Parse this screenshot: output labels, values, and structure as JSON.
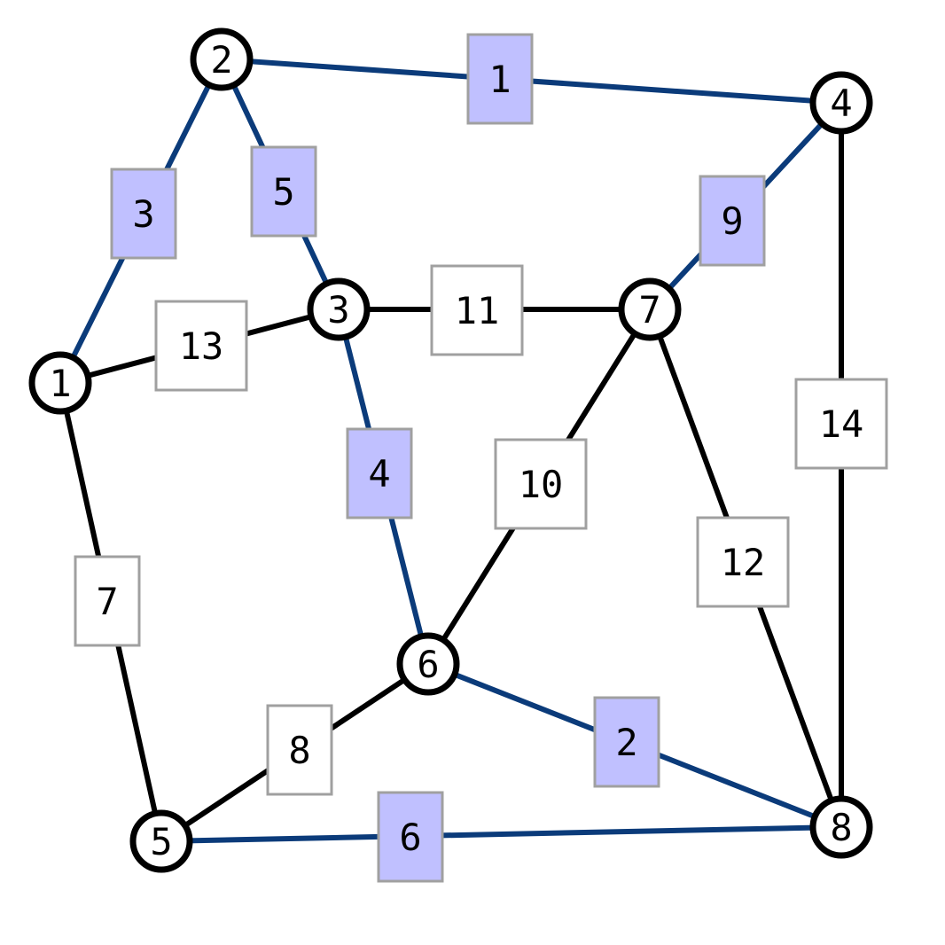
{
  "colors": {
    "mst_edge": "#0b3b7a",
    "other_edge": "#000000",
    "mst_label_fill": "#c0c0ff",
    "other_label_fill": "#ffffff"
  },
  "graph": {
    "nodes": [
      {
        "id": "1",
        "label": "1"
      },
      {
        "id": "2",
        "label": "2"
      },
      {
        "id": "3",
        "label": "3"
      },
      {
        "id": "4",
        "label": "4"
      },
      {
        "id": "5",
        "label": "5"
      },
      {
        "id": "6",
        "label": "6"
      },
      {
        "id": "7",
        "label": "7"
      },
      {
        "id": "8",
        "label": "8"
      }
    ],
    "edges": [
      {
        "from": "2",
        "to": "4",
        "weight": "1",
        "in_tree": true
      },
      {
        "from": "6",
        "to": "8",
        "weight": "2",
        "in_tree": true
      },
      {
        "from": "1",
        "to": "2",
        "weight": "3",
        "in_tree": true
      },
      {
        "from": "3",
        "to": "6",
        "weight": "4",
        "in_tree": true
      },
      {
        "from": "2",
        "to": "3",
        "weight": "5",
        "in_tree": true
      },
      {
        "from": "5",
        "to": "8",
        "weight": "6",
        "in_tree": true
      },
      {
        "from": "1",
        "to": "5",
        "weight": "7",
        "in_tree": false
      },
      {
        "from": "5",
        "to": "6",
        "weight": "8",
        "in_tree": false
      },
      {
        "from": "4",
        "to": "7",
        "weight": "9",
        "in_tree": true
      },
      {
        "from": "6",
        "to": "7",
        "weight": "10",
        "in_tree": false
      },
      {
        "from": "3",
        "to": "7",
        "weight": "11",
        "in_tree": false
      },
      {
        "from": "7",
        "to": "8",
        "weight": "12",
        "in_tree": false
      },
      {
        "from": "1",
        "to": "3",
        "weight": "13",
        "in_tree": false
      },
      {
        "from": "4",
        "to": "8",
        "weight": "14",
        "in_tree": false
      }
    ]
  }
}
